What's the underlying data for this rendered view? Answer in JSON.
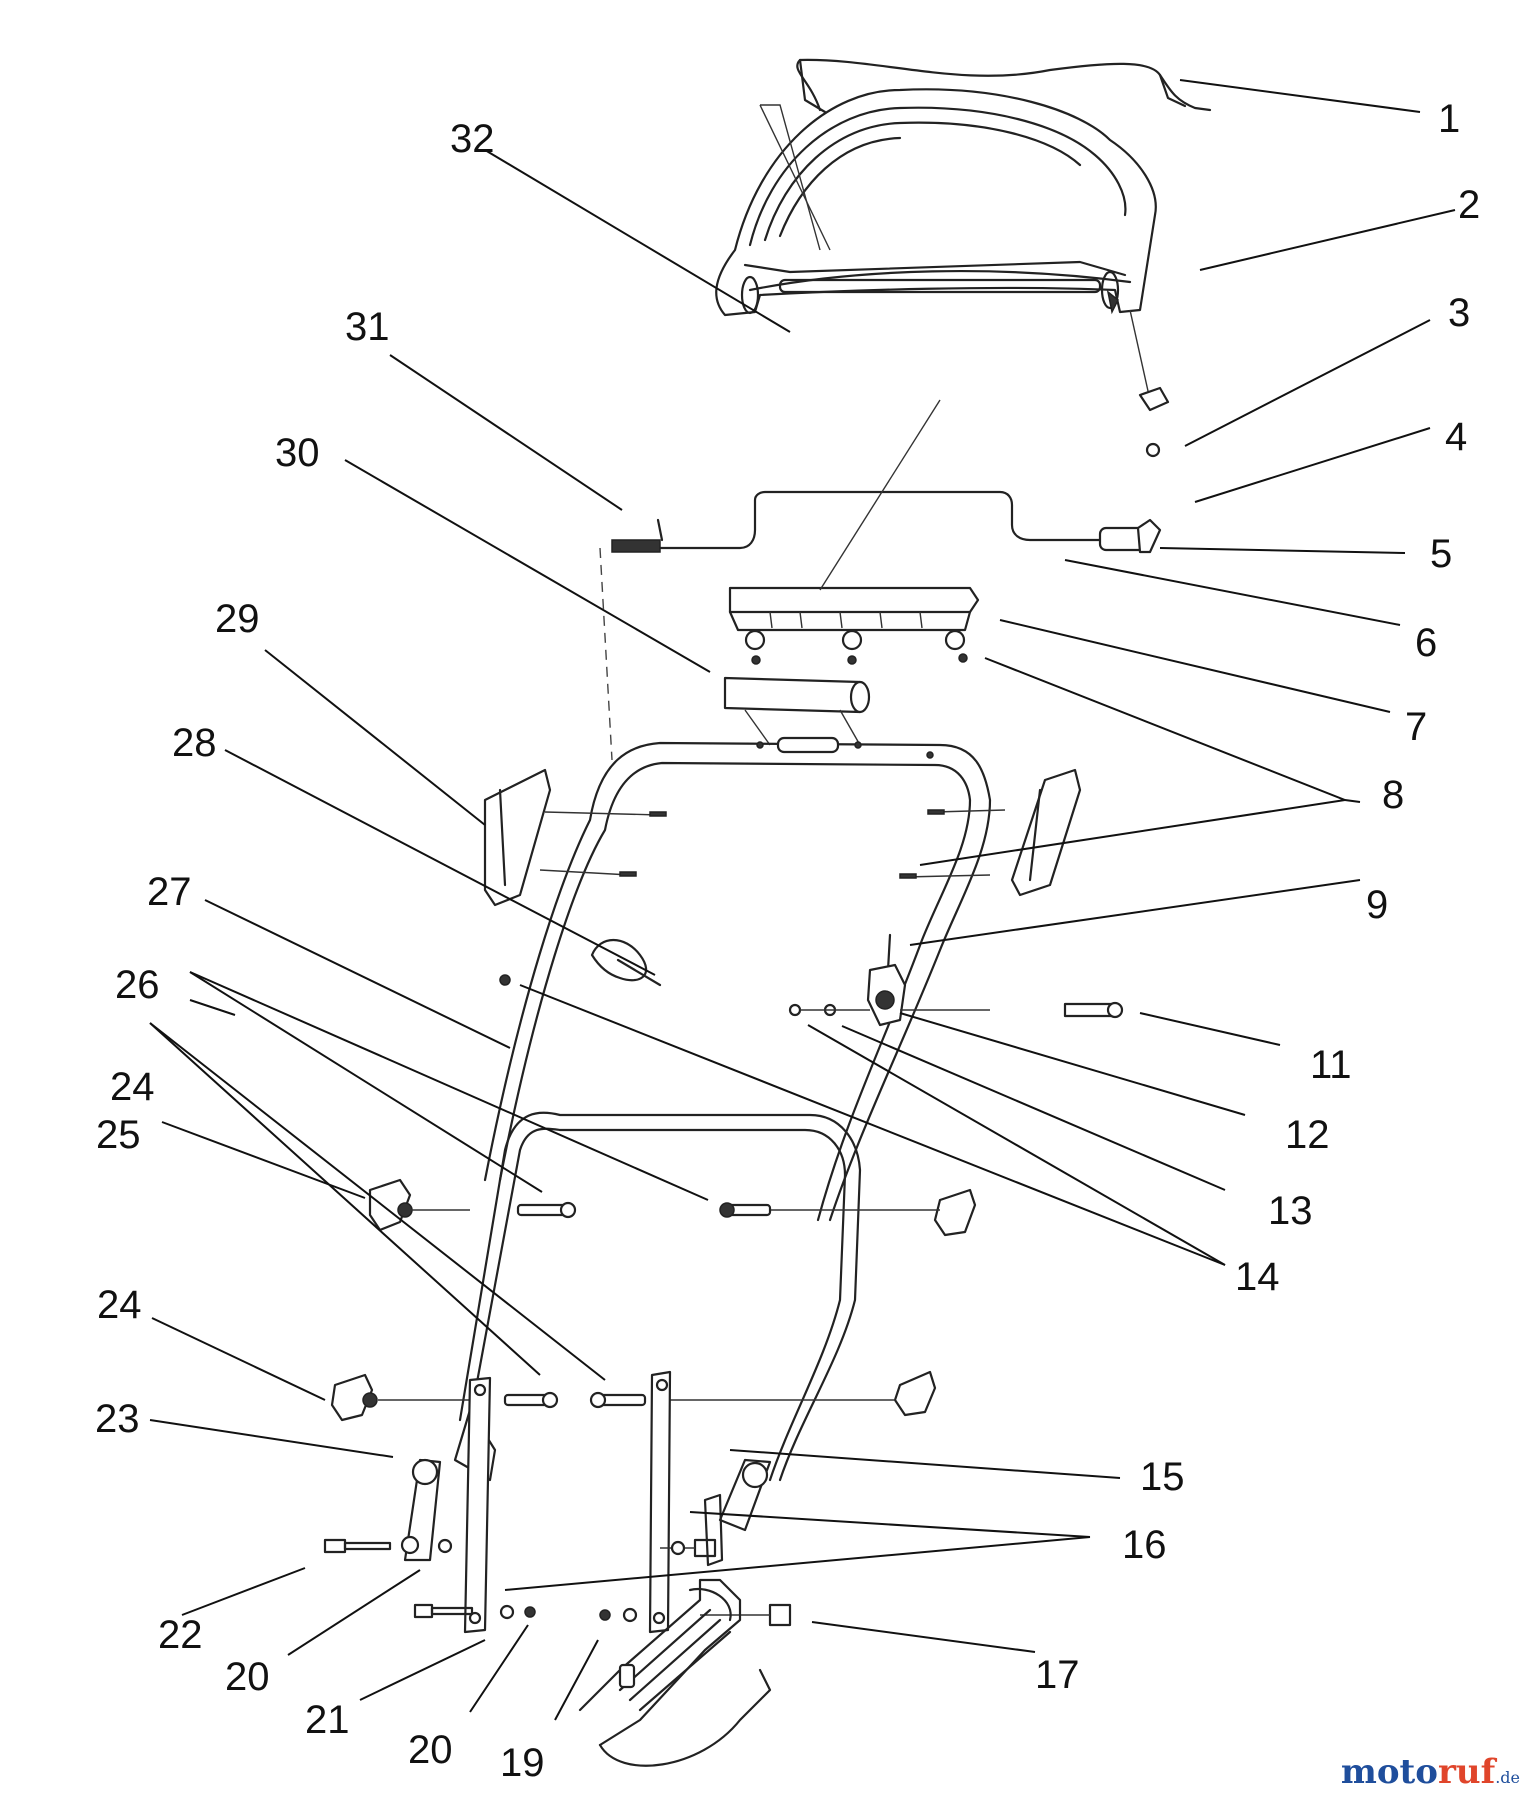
{
  "callouts": [
    {
      "id": "1",
      "label": "1"
    },
    {
      "id": "2",
      "label": "2"
    },
    {
      "id": "3",
      "label": "3"
    },
    {
      "id": "4",
      "label": "4"
    },
    {
      "id": "5",
      "label": "5"
    },
    {
      "id": "6",
      "label": "6"
    },
    {
      "id": "7",
      "label": "7"
    },
    {
      "id": "8",
      "label": "8"
    },
    {
      "id": "9",
      "label": "9"
    },
    {
      "id": "11",
      "label": "11"
    },
    {
      "id": "12",
      "label": "12"
    },
    {
      "id": "13",
      "label": "13"
    },
    {
      "id": "14",
      "label": "14"
    },
    {
      "id": "15",
      "label": "15"
    },
    {
      "id": "16",
      "label": "16"
    },
    {
      "id": "17",
      "label": "17"
    },
    {
      "id": "19",
      "label": "19"
    },
    {
      "id": "20a",
      "label": "20"
    },
    {
      "id": "20b",
      "label": "20"
    },
    {
      "id": "21",
      "label": "21"
    },
    {
      "id": "22",
      "label": "22"
    },
    {
      "id": "23",
      "label": "23"
    },
    {
      "id": "24a",
      "label": "24"
    },
    {
      "id": "24b",
      "label": "24"
    },
    {
      "id": "25",
      "label": "25"
    },
    {
      "id": "26",
      "label": "26"
    },
    {
      "id": "27",
      "label": "27"
    },
    {
      "id": "28",
      "label": "28"
    },
    {
      "id": "29",
      "label": "29"
    },
    {
      "id": "30",
      "label": "30"
    },
    {
      "id": "31",
      "label": "31"
    },
    {
      "id": "32",
      "label": "32"
    }
  ],
  "watermark": {
    "part1": "moto",
    "part2": "ruf",
    "part3": ".de"
  }
}
